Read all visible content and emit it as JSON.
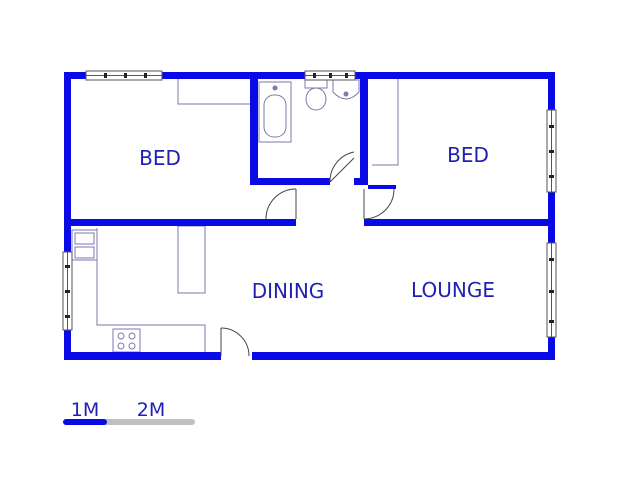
{
  "rooms": {
    "bed_left": "BED",
    "bed_right": "BED",
    "dining": "DINING",
    "lounge": "LOUNGE"
  },
  "scale": {
    "label_1": "1M",
    "label_2": "2M"
  },
  "colors": {
    "wall": "#0a0ae6",
    "fixture": "#7a7ab0",
    "text": "#1f1fb3",
    "scale_gray": "#c0c0c0"
  }
}
